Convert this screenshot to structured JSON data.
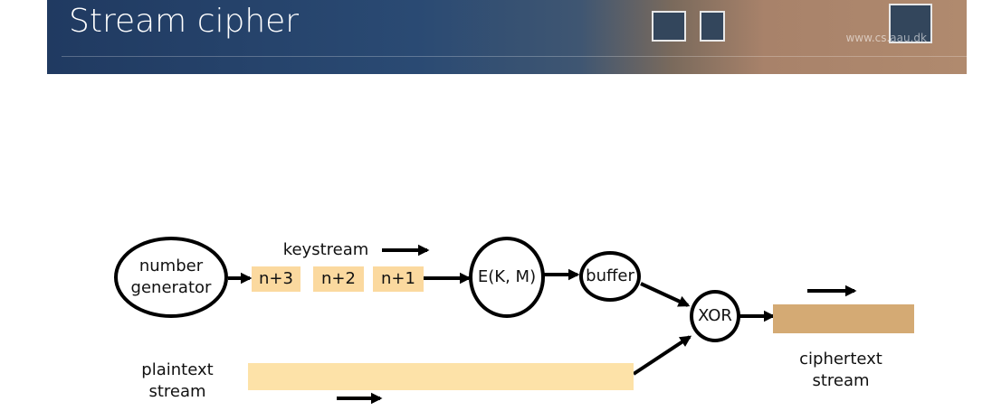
{
  "slide": {
    "title": "Stream cipher",
    "url": "www.cs.aau.dk"
  },
  "diagram": {
    "number_generator": "number generator",
    "keystream_label": "keystream",
    "key_blocks": [
      "n+3",
      "n+2",
      "n+1"
    ],
    "encryptor": "E(K, M)",
    "buffer": "buffer",
    "xor": "XOR",
    "plaintext_label": "plaintext stream",
    "ciphertext_label": "ciphertext stream"
  },
  "colors": {
    "banner": "#203a61",
    "key_block_fill": "#fbd99f",
    "plaintext_fill": "#fde2a8",
    "ciphertext_fill": "#d4aa74"
  }
}
